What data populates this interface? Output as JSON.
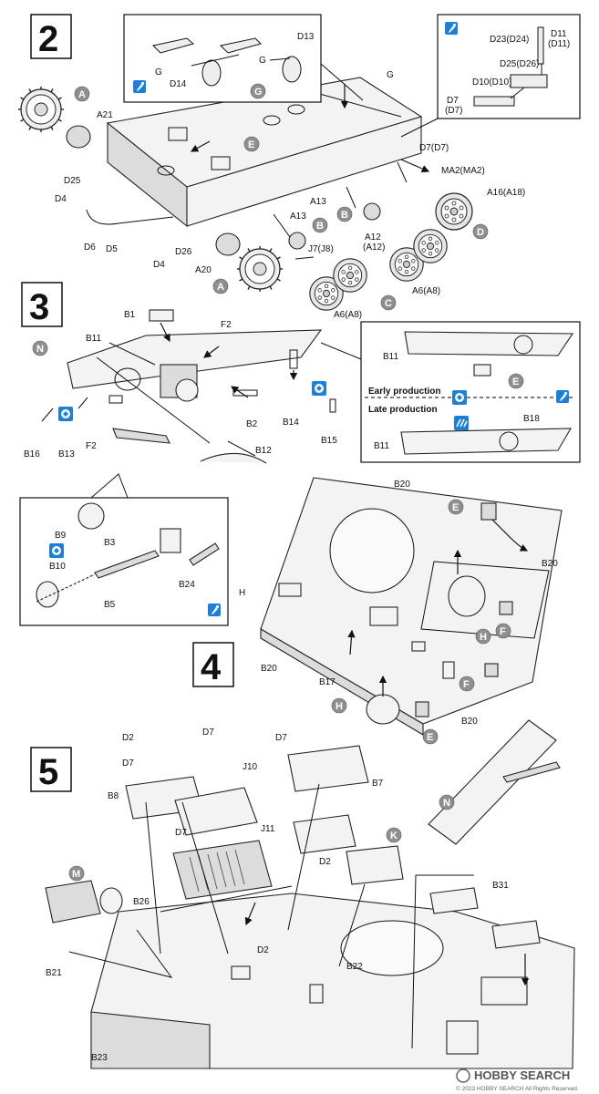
{
  "steps": {
    "s2": "2",
    "s3": "3",
    "s4": "4",
    "s5": "5"
  },
  "callouts": {
    "A": "A",
    "B": "B",
    "C": "C",
    "D": "D",
    "E": "E",
    "F": "F",
    "G": "G",
    "H": "H",
    "K": "K",
    "M": "M",
    "N": "N"
  },
  "icon_names": {
    "glue": "glue-icon",
    "choose": "alternate-choice-icon",
    "cut": "cut-parts-icon"
  },
  "step2": {
    "labels": {
      "A21": "A21",
      "D25": "D25",
      "D4a": "D4",
      "D6": "D6",
      "D5": "D5",
      "D26": "D26",
      "D4b": "D4",
      "A20": "A20",
      "G1": "G",
      "G2": "G",
      "D13": "D13",
      "D14": "D14",
      "G_top": "G",
      "A13a": "A13",
      "A13b": "A13",
      "J7": "J7(J8)",
      "A12": "A12",
      "A12b": "(A12)",
      "A6a": "A6(A8)",
      "A6b": "A6(A8)",
      "A16": "A16(A18)",
      "MA2": "MA2(MA2)",
      "D7": "D7(D7)",
      "D23": "D23(D24)",
      "D11": "D11",
      "D11b": "(D11)",
      "D25b": "D25(D26)",
      "D10": "D10(D10)",
      "D7b": "D7",
      "D7c": "(D7)"
    }
  },
  "step3": {
    "labels": {
      "B1": "B1",
      "F2a": "F2",
      "B11": "B11",
      "B2": "B2",
      "B14": "B14",
      "B15": "B15",
      "B12": "B12",
      "B16": "B16",
      "B13": "B13",
      "F2b": "F2",
      "B11r1": "B11",
      "B11r2": "B11",
      "B18": "B18",
      "B9": "B9",
      "B3": "B3",
      "B10": "B10",
      "B24": "B24",
      "B5": "B5"
    },
    "early": "Early production",
    "late": "Late production"
  },
  "step4": {
    "labels": {
      "B20a": "B20",
      "B20b": "B20",
      "B20c": "B20",
      "B20d": "B20",
      "H": "H",
      "B17": "B17"
    }
  },
  "step5": {
    "labels": {
      "D2a": "D2",
      "D7a": "D7",
      "D7b": "D7",
      "D7c": "D7",
      "B8": "B8",
      "J10": "J10",
      "B7": "B7",
      "D7d": "D7",
      "J11": "J11",
      "D2b": "D2",
      "D2c": "D2",
      "B31": "B31",
      "B26": "B26",
      "B21": "B21",
      "B22": "B22",
      "B23": "B23"
    }
  },
  "watermark": {
    "brand": "HOBBY SEARCH",
    "copyright": "© 2023 HOBBY SEARCH All Rights Reserved."
  }
}
